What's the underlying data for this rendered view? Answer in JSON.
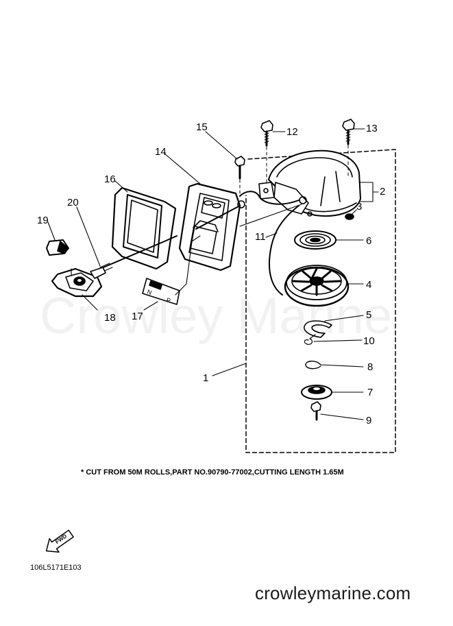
{
  "watermark": "Crowley Marine",
  "note": "* CUT FROM 50M ROLLS,PART NO.90790-77002,CUTTING LENGTH 1.65M",
  "diagram_code": "106L5171E103",
  "site": "crowleymarine.com",
  "fwd_label": "FWD",
  "part_numbers": {
    "p1": "1",
    "p2": "2",
    "p3": "3",
    "p4": "4",
    "p5": "5",
    "p6": "6",
    "p7": "7",
    "p8": "8",
    "p9": "9",
    "p10": "10",
    "p11": "11",
    "p12": "12",
    "p13": "13",
    "p14": "14",
    "p15": "15",
    "p16": "16",
    "p17": "17",
    "p18": "18",
    "p19": "19",
    "p20": "20"
  },
  "plate_letters": {
    "left": "N",
    "right": "P"
  }
}
